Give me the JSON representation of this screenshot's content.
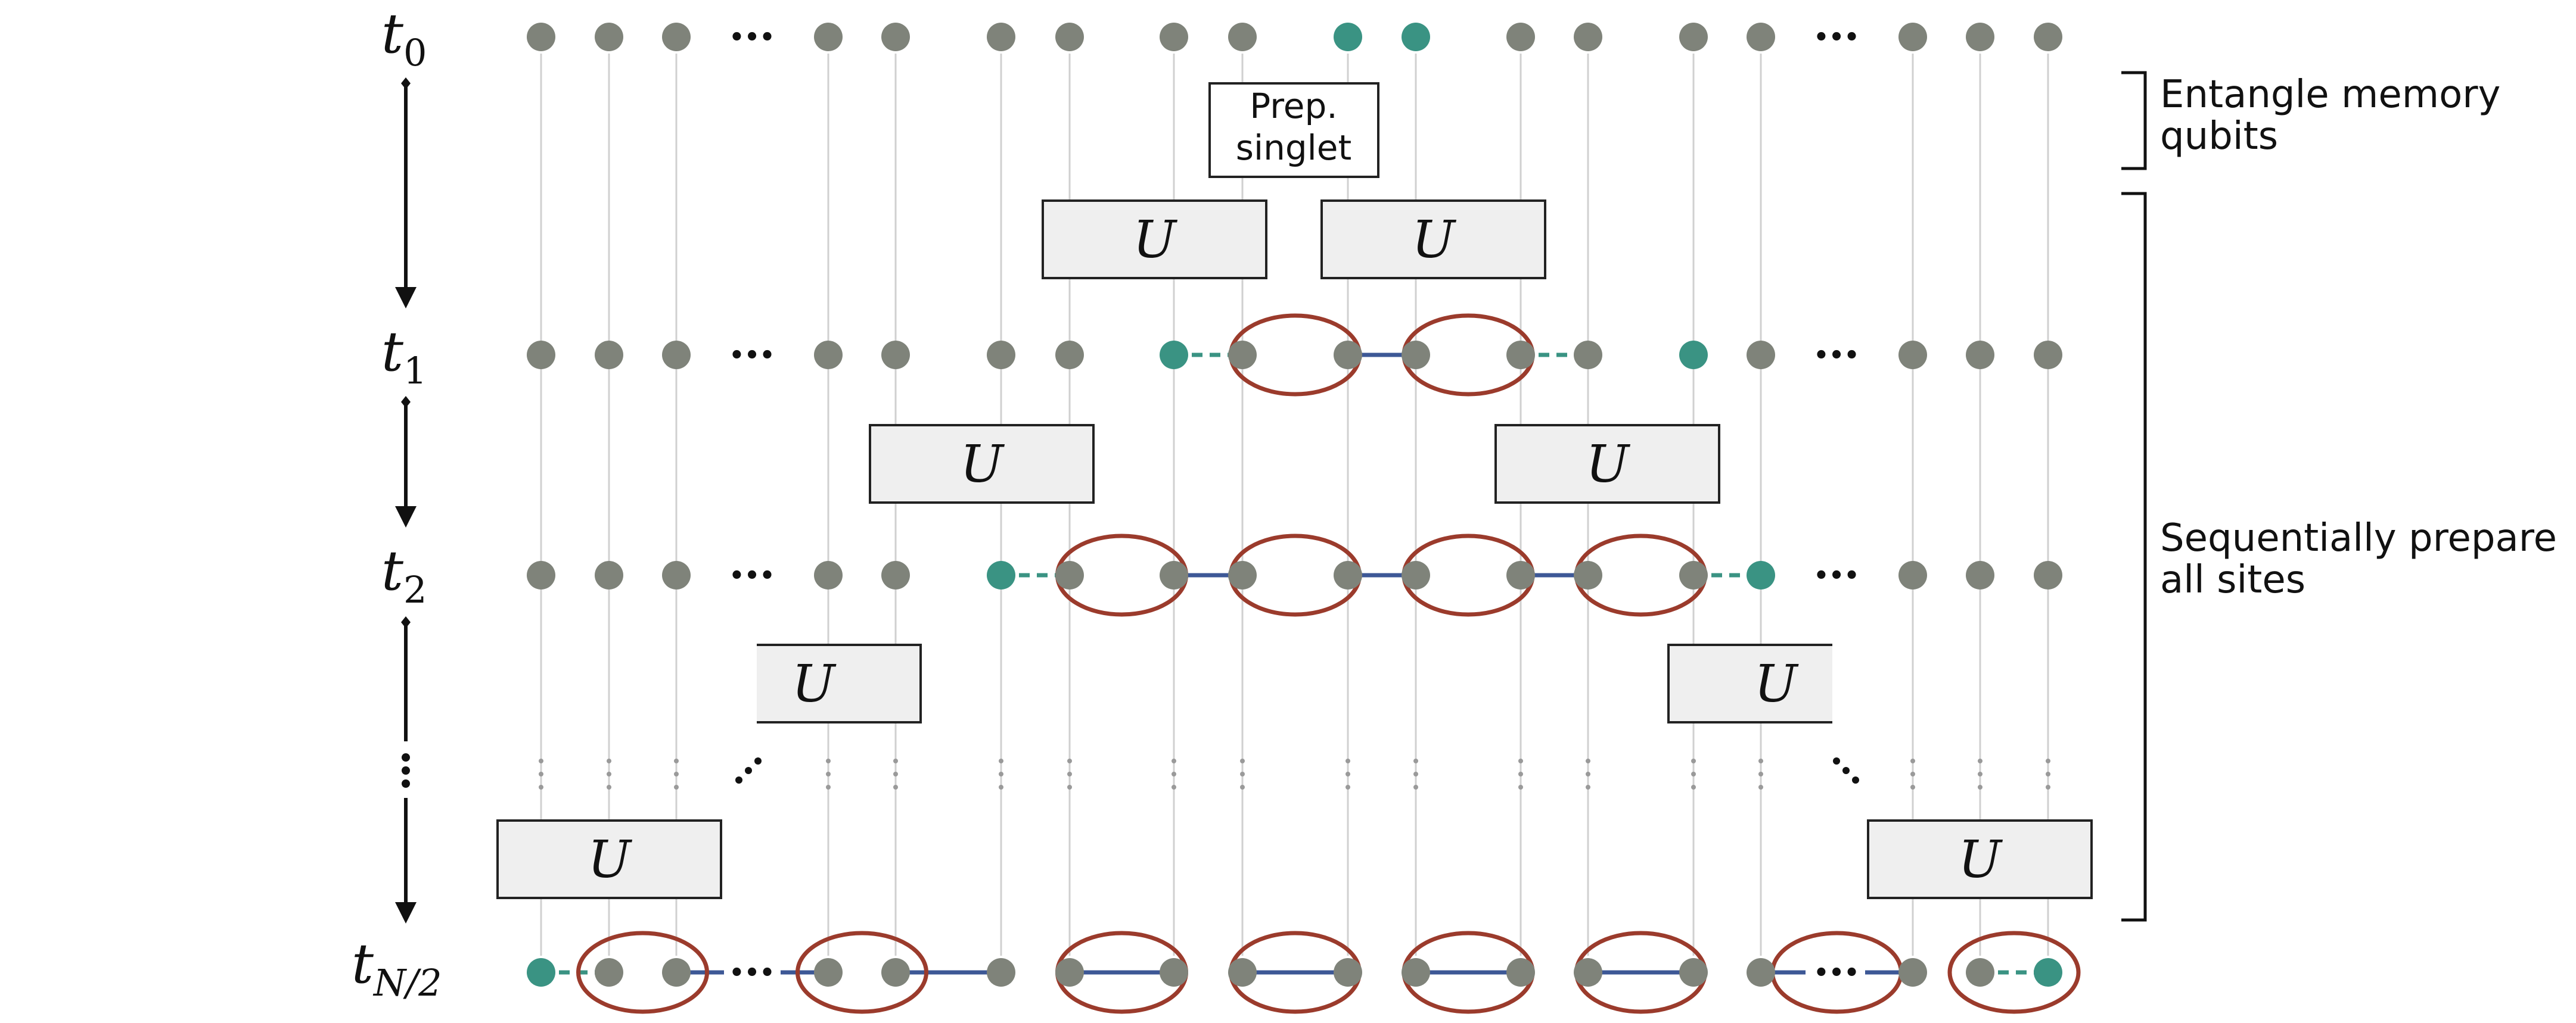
{
  "time_labels": [
    {
      "base": "t",
      "sub": "0"
    },
    {
      "base": "t",
      "sub": "1"
    },
    {
      "base": "t",
      "sub": "2"
    },
    {
      "base": "t",
      "sub": "N/2"
    }
  ],
  "gate_label": "U",
  "prep_box": {
    "line1": "Prep.",
    "line2": "singlet"
  },
  "annotations": {
    "top": {
      "line1": "Entangle memory",
      "line2": "qubits"
    },
    "bottom": {
      "line1": "Sequentially prepare",
      "line2": "all sites"
    }
  },
  "ellipsis_symbol": "•••",
  "colors": {
    "qubit": "#7f837a",
    "memory_qubit": "#3a9383",
    "bond_solid": "#3d5896",
    "bond_dashed": "#3a9383",
    "pair_ellipse": "#9b3b2c",
    "box_fill": "#efefef",
    "box_stroke": "#222222",
    "wire": "#d0d0d0"
  }
}
